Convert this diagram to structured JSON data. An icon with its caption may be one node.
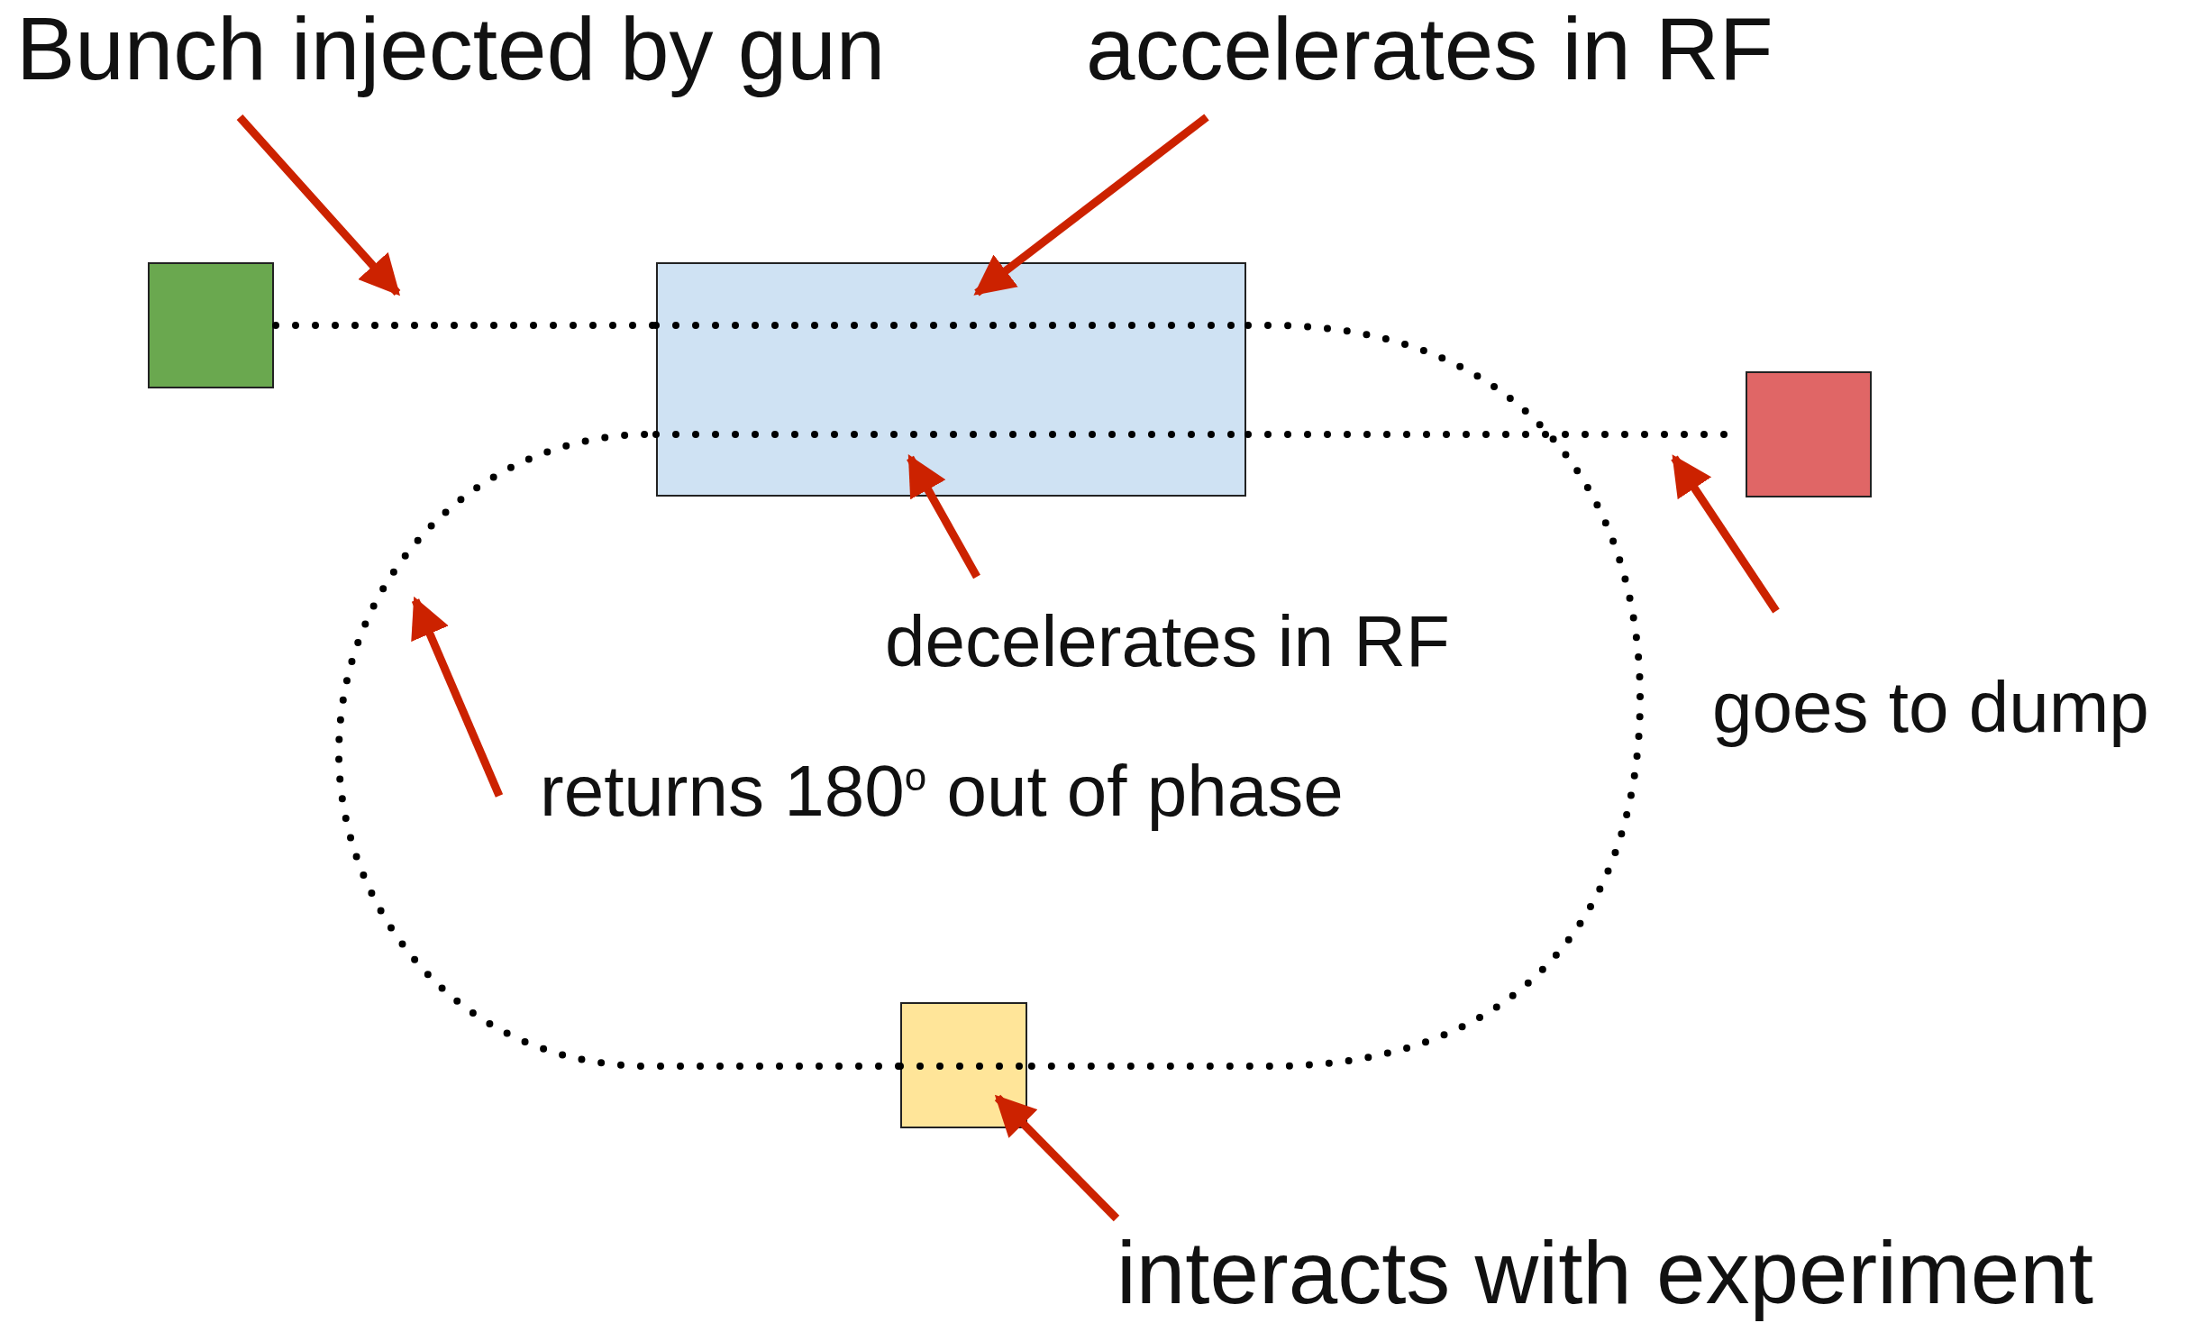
{
  "diagram": {
    "nodes": [
      {
        "text": [
          "Bunch injected by gun"
        ]
      },
      {
        "text": [
          "accelerates in RF"
        ]
      },
      {
        "text": [],
        "shape": "box"
      },
      {
        "text": [],
        "shape": "box"
      },
      {
        "text": [],
        "shape": "box"
      },
      {
        "text": [
          "decelerates in RF"
        ]
      },
      {
        "text": [
          "goes to dump"
        ]
      },
      {
        "text": [
          "returns 180$^{o}$ out of phase"
        ]
      },
      {
        "text": [],
        "shape": "box"
      },
      {
        "text": [
          "interacts with experiment"
        ]
      }
    ],
    "edges": [
      {
        "from": 0,
        "to": null,
        "arrow": "to"
      },
      {
        "from": 1,
        "to": 3,
        "arrow": "to"
      },
      {
        "from": 5,
        "to": 3,
        "arrow": "to"
      },
      {
        "from": 6,
        "to": 4,
        "arrow": "to"
      },
      {
        "from": 7,
        "to": null,
        "arrow": "to"
      },
      {
        "from": 9,
        "to": 8,
        "arrow": "to"
      },
      {
        "from": 2,
        "to": 3,
        "arrow": "none",
        "style": "dashed",
        "color": "#000000"
      },
      {
        "from": 3,
        "to": 8,
        "arrow": "none",
        "style": "dashed",
        "color": "#000000"
      },
      {
        "from": 8,
        "to": 3,
        "arrow": "none",
        "style": "dashed",
        "color": "#000000"
      },
      {
        "from": 3,
        "to": 4,
        "arrow": "none",
        "style": "dashed",
        "color": "#000000"
      }
    ]
  }
}
